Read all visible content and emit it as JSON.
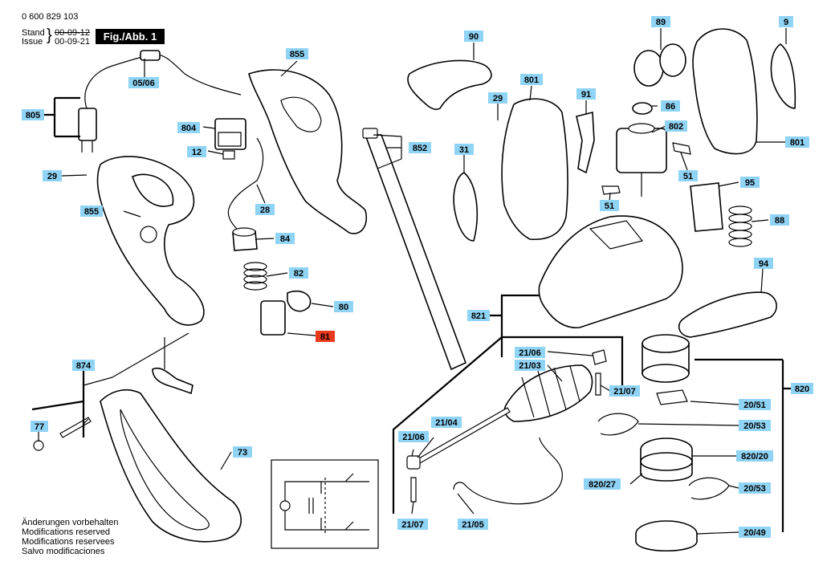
{
  "header": {
    "doc_number": "0 600 829 103",
    "stand_label": "Stand",
    "issue_label": "Issue",
    "stand_date": "00-09-12",
    "issue_date": "00-09-21",
    "figure_badge": "Fig./Abb. 1"
  },
  "footer_notes": [
    "Änderungen vorbehalten",
    "Modifications reserved",
    "Modifications reservees",
    "Salvo modificaciones"
  ],
  "colors": {
    "label_bg": "#8fd3f5",
    "highlight_bg": "#e8391c",
    "line": "#000000"
  },
  "callouts": [
    "805",
    "05/06",
    "855",
    "804",
    "12",
    "29",
    "28",
    "855",
    "84",
    "82",
    "80",
    "81",
    "874",
    "77",
    "73",
    "90",
    "852",
    "801",
    "29",
    "31",
    "91",
    "89",
    "86",
    "802",
    "51",
    "51",
    "9",
    "801",
    "95",
    "88",
    "94",
    "821",
    "21/06",
    "21/03",
    "21/07",
    "21/04",
    "21/06",
    "21/07",
    "21/05",
    "820",
    "20/51",
    "20/53",
    "820/20",
    "820/27",
    "20/53",
    "20/49"
  ],
  "highlighted_callout": "81"
}
